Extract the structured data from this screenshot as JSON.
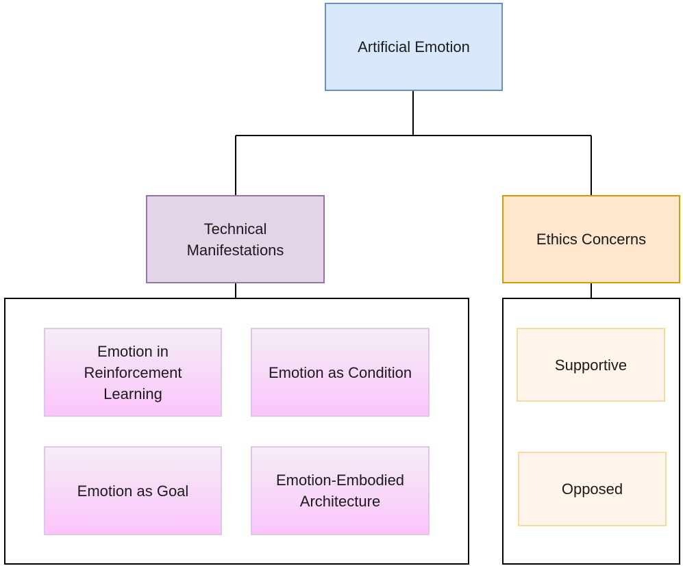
{
  "root": {
    "label": "Artificial Emotion"
  },
  "branches": [
    {
      "label_lines": [
        "Technical",
        "Manifestations"
      ]
    },
    {
      "label_lines": [
        "Ethics Concerns"
      ]
    }
  ],
  "technical_items": [
    {
      "label_lines": [
        "Emotion in",
        "Reinforcement",
        "Learning"
      ]
    },
    {
      "label_lines": [
        "Emotion as Condition"
      ]
    },
    {
      "label_lines": [
        "Emotion as Goal"
      ]
    },
    {
      "label_lines": [
        "Emotion-Embodied",
        "Architecture"
      ]
    }
  ],
  "ethics_items": [
    {
      "label_lines": [
        "Supportive"
      ]
    },
    {
      "label_lines": [
        "Opposed"
      ]
    }
  ],
  "colors": {
    "root_fill": "#dae8fc",
    "root_stroke": "#6c8ebf",
    "technical_fill": "#e1d5e7",
    "technical_stroke": "#9673a6",
    "ethics_fill": "#ffe6cc",
    "ethics_stroke": "#d79b00",
    "leaf_pink_top": "#f3eef5",
    "leaf_pink_bottom": "#fcc4fc",
    "leaf_orange_fill": "#fff5eb",
    "leaf_orange_stroke": "#f8d8a4",
    "edge": "#000000"
  }
}
